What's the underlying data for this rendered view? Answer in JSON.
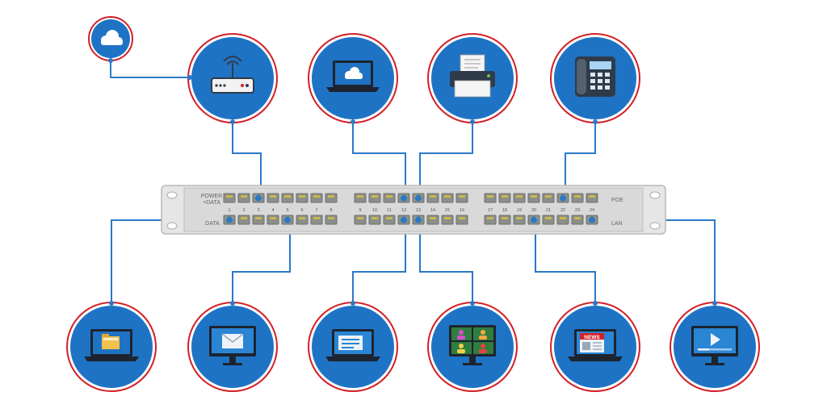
{
  "switch": {
    "label_top": "POWER",
    "label_top2": "+DATA",
    "label_bottom": "DATA",
    "label_poe": "POE",
    "label_lan": "LAN",
    "port_numbers": [
      "1",
      "2",
      "3",
      "4",
      "5",
      "6",
      "7",
      "8",
      "9",
      "10",
      "11",
      "12",
      "13",
      "14",
      "15",
      "16",
      "17",
      "18",
      "19",
      "20",
      "21",
      "22",
      "23",
      "24"
    ]
  },
  "devices": {
    "top": [
      {
        "name": "router",
        "icon": "wifi-router-icon"
      },
      {
        "name": "cloud-laptop",
        "icon": "cloud-laptop-icon"
      },
      {
        "name": "printer",
        "icon": "printer-icon"
      },
      {
        "name": "phone",
        "icon": "office-phone-icon"
      }
    ],
    "cloud": {
      "name": "internet-cloud",
      "icon": "cloud-icon"
    },
    "bottom": [
      {
        "name": "laptop-files",
        "icon": "laptop-folder-icon"
      },
      {
        "name": "monitor-email",
        "icon": "monitor-email-icon"
      },
      {
        "name": "laptop-document",
        "icon": "laptop-document-icon"
      },
      {
        "name": "monitor-video-call",
        "icon": "monitor-video-call-icon"
      },
      {
        "name": "laptop-news",
        "icon": "laptop-news-icon",
        "badge": "NEWS"
      },
      {
        "name": "monitor-video",
        "icon": "monitor-video-icon"
      }
    ]
  },
  "colors": {
    "circle_fill": "#1f73c4",
    "circle_ring": "#d32027",
    "line": "#2a79c9",
    "panel": "#d9d9d9",
    "port": "#8b8f8a"
  }
}
